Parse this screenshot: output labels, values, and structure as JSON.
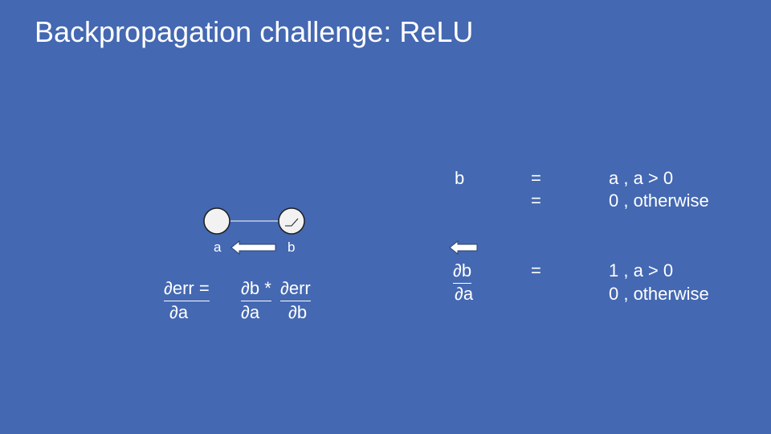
{
  "colors": {
    "background": "#4468b2",
    "text": "#ffffff",
    "node_fill": "#f2f2f2",
    "node_stroke": "#1f1f1f"
  },
  "title": "Backpropagation challenge: ReLU",
  "diagram": {
    "node_a_label": "a",
    "node_b_label": "b",
    "node_b_icon": "relu-icon",
    "arrow_icon": "arrow-left-icon"
  },
  "chain_rule": {
    "lhs_num": "∂err =",
    "lhs_den": "∂a",
    "rhs1_num": "∂b *",
    "rhs1_den": "∂a",
    "rhs2_num": "∂err",
    "rhs2_den": "∂b"
  },
  "forward": {
    "lhs": "b",
    "eq1": "=",
    "case1": "a ,  a > 0",
    "eq2": "=",
    "case2": "0 ,  otherwise"
  },
  "backward": {
    "arrow_icon": "arrow-left-icon",
    "num": "∂b",
    "den": "∂a",
    "eq": "=",
    "case1": "1 ,  a > 0",
    "case2": "0 ,  otherwise"
  }
}
